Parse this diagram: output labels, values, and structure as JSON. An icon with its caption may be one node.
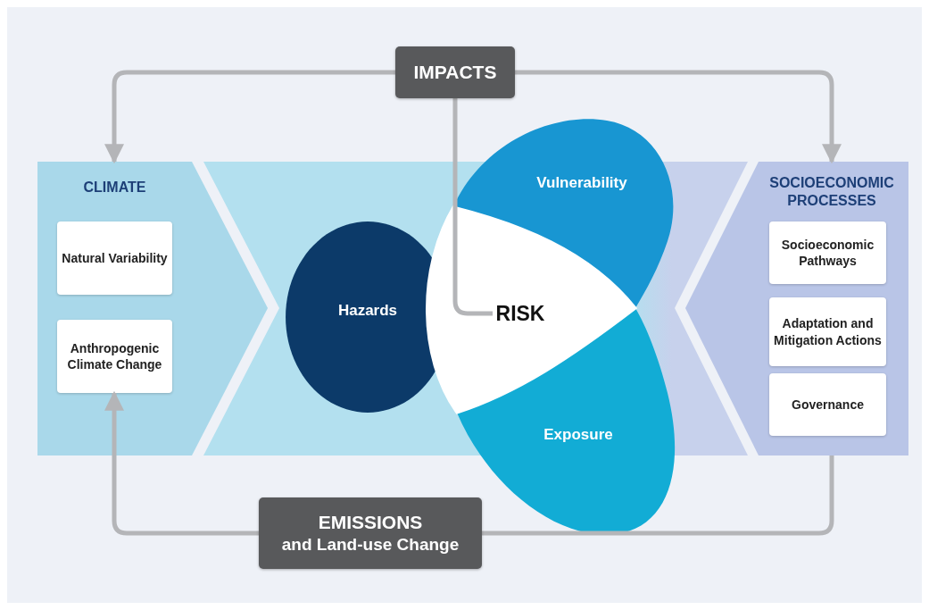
{
  "diagram": {
    "nodes": [
      {
        "text": [
          "IMPACTS"
        ]
      },
      {
        "text": [
          "CLIMATE"
        ]
      },
      {
        "text": [
          "Natural Variability"
        ],
        "in": 1
      },
      {
        "text": [
          "Anthropogenic Climate Change"
        ],
        "in": 1
      },
      {
        "text": [
          "Hazards"
        ]
      },
      {
        "text": [
          "Vulnerability"
        ]
      },
      {
        "text": [
          "Exposure"
        ]
      },
      {
        "text": [
          "RISK"
        ]
      },
      {
        "text": [
          "SOCIOECONOMIC PROCESSES"
        ]
      },
      {
        "text": [
          "Socioeconomic Pathways"
        ],
        "in": 8
      },
      {
        "text": [
          "Adaptation and Mitigation Actions"
        ],
        "in": 8
      },
      {
        "text": [
          "Governance"
        ],
        "in": 8
      },
      {
        "text": [
          "EMISSIONS",
          "and Land-use Change"
        ]
      }
    ],
    "edges": [
      {
        "from": 0,
        "to": 1,
        "arrow": "to"
      },
      {
        "from": 0,
        "to": 8,
        "arrow": "to"
      },
      {
        "from": 0,
        "to": 7,
        "arrow": "none"
      },
      {
        "from": 8,
        "to": 12,
        "arrow": "none"
      },
      {
        "from": 12,
        "to": 3,
        "arrow": "to"
      }
    ]
  }
}
